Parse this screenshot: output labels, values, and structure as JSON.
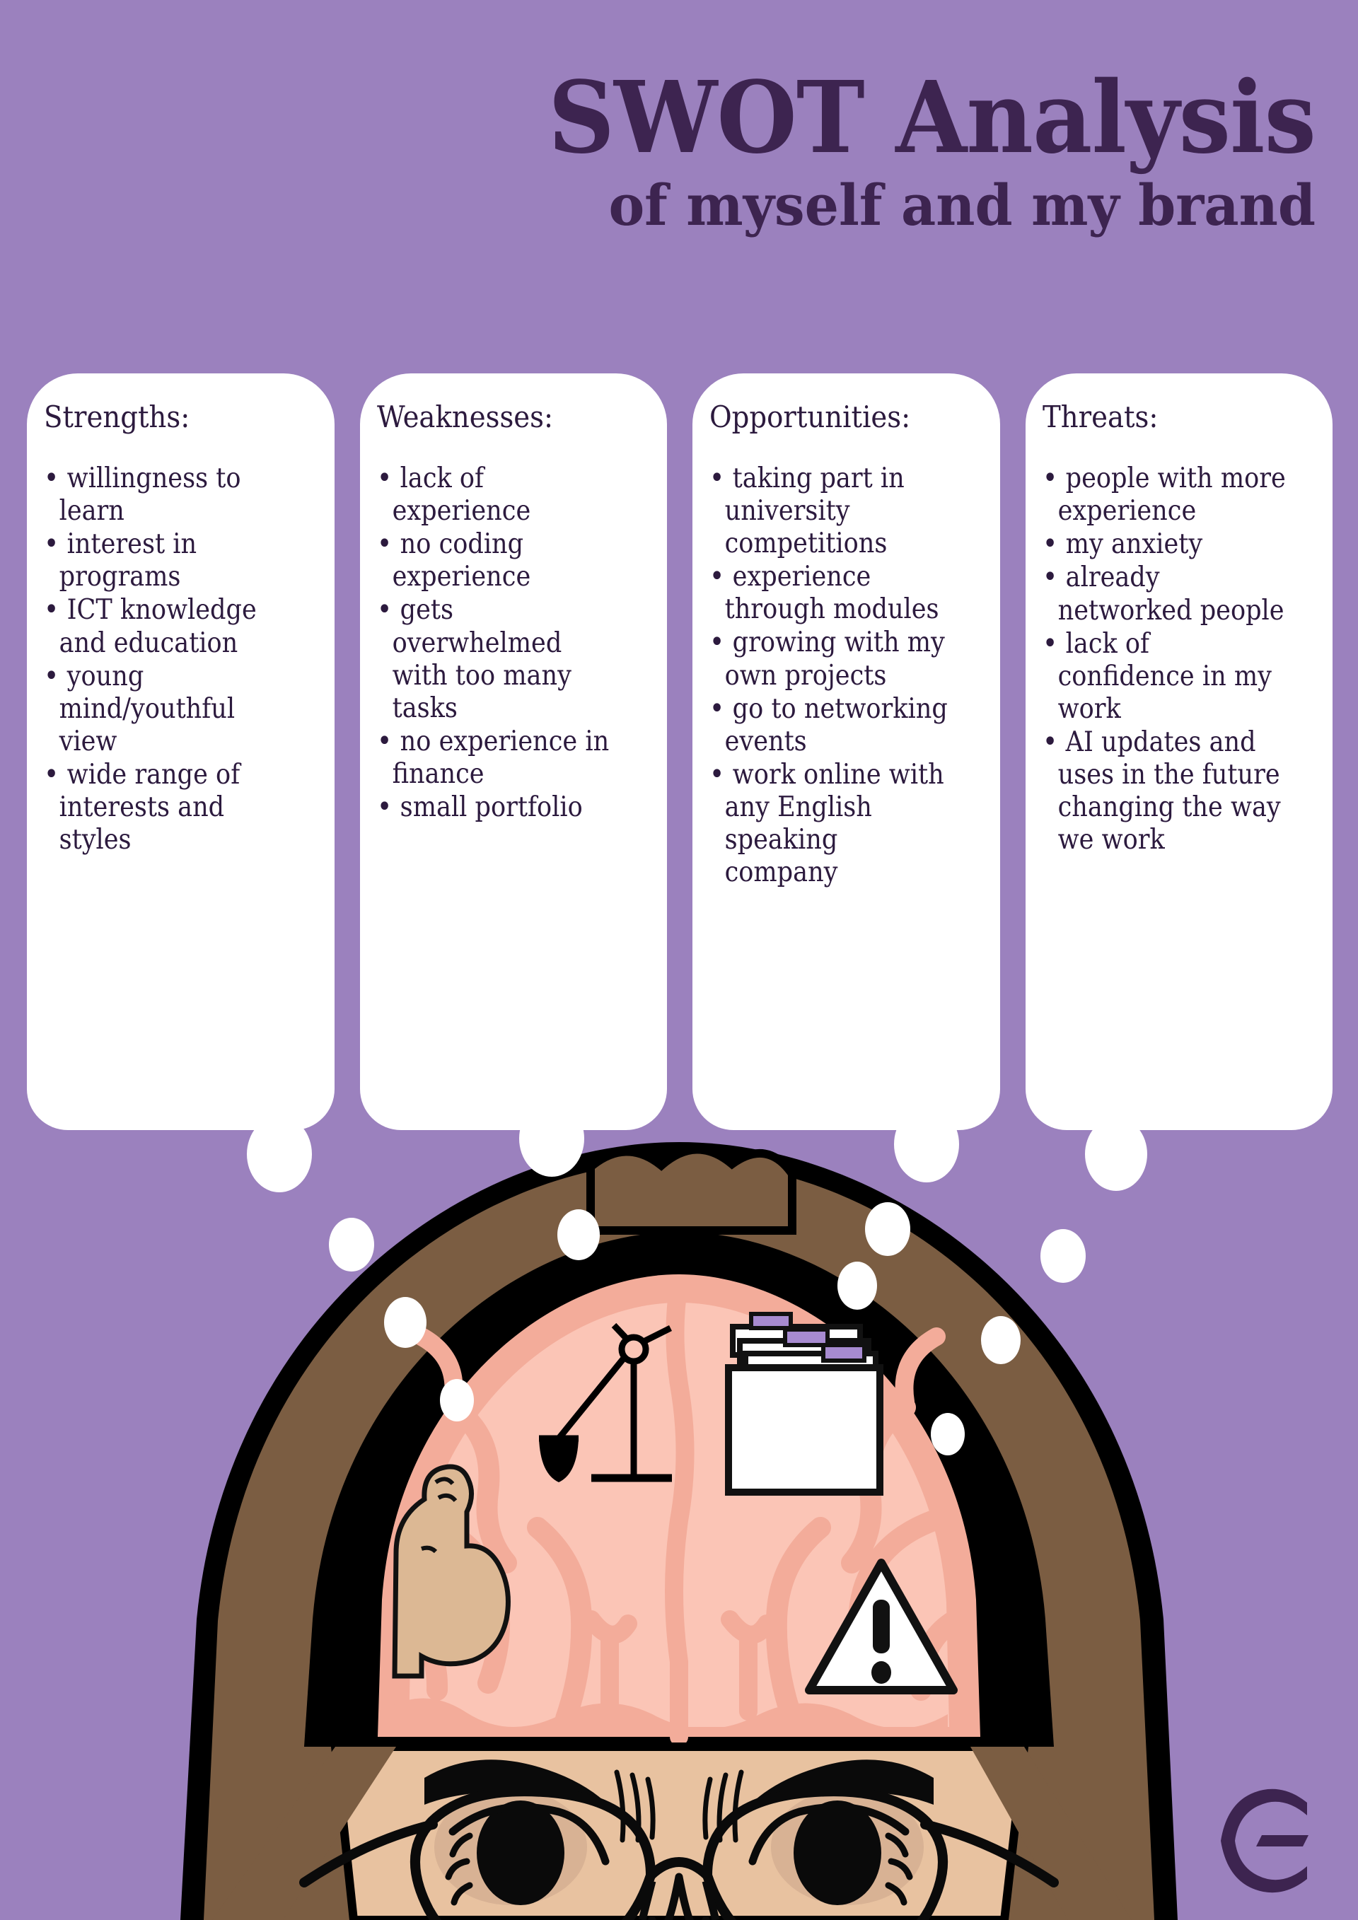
{
  "title": {
    "main": "SWOT Analysis",
    "sub": "of myself and my brand"
  },
  "colors": {
    "background": "#9B81BE",
    "card_background": "#FFFFFF",
    "text": "#2C1A3E",
    "title": "#3D2450",
    "hair": "#7B5D42",
    "skin": "#E8C2A0",
    "brain": "#F5B3A2",
    "brain_light": "#FBC9BD",
    "folder_tab": "#A78BD0",
    "outline": "#000000"
  },
  "cards": [
    {
      "heading": "Strengths:",
      "items": [
        "willingness to learn",
        "interest in programs",
        "ICT knowledge and education",
        "young mind/youthful view",
        "wide range of interests and styles"
      ]
    },
    {
      "heading": "Weaknesses:",
      "items": [
        "lack of experience",
        "no coding experience",
        "gets overwhelmed with too many tasks",
        "no experience in finance",
        "small portfolio"
      ]
    },
    {
      "heading": "Opportunities:",
      "items": [
        "taking part in university competitions",
        "experience through modules",
        "growing with my own projects",
        "go to networking events",
        "work online with any English speaking company"
      ]
    },
    {
      "heading": "Threats:",
      "items": [
        "people with more experience",
        "my anxiety",
        "already networked people",
        "lack of confidence in my work",
        "AI updates and uses in the future changing the way we work"
      ]
    }
  ],
  "illustration": {
    "description": "woman with glasses, open skull revealing brain with four SWOT icons and thought bubbles",
    "icons": [
      {
        "name": "flexed-bicep-icon",
        "meaning": "strengths"
      },
      {
        "name": "balance-scale-icon",
        "meaning": "weaknesses"
      },
      {
        "name": "file-folder-icon",
        "meaning": "opportunities"
      },
      {
        "name": "warning-triangle-icon",
        "meaning": "threats"
      }
    ],
    "thought_bubble_count": 12
  },
  "logo": {
    "mark": "C"
  }
}
